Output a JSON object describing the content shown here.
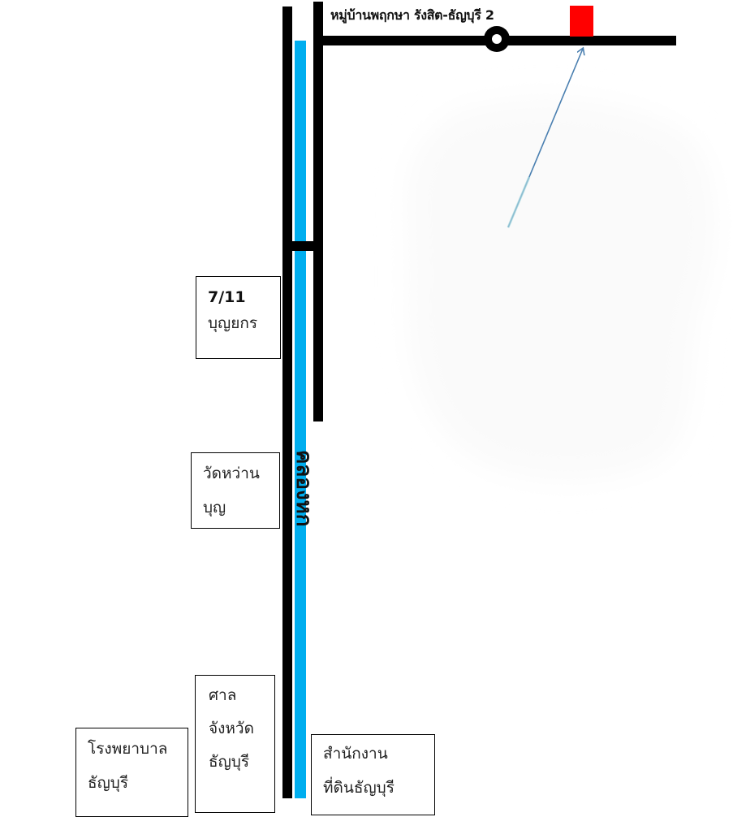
{
  "village_label": "หมู่บ้านพฤกษา รังสิต-ธัญบุรี 2",
  "canal_label": "คลองหก",
  "landmarks": {
    "seven_eleven": {
      "line1": "7/11",
      "line2": "บุญยกร"
    },
    "temple": {
      "line1": "วัดหว่าน",
      "line2": "บุญ"
    },
    "court": {
      "line1": "ศาล",
      "line2": "จังหวัด",
      "line3": "ธัญบุรี"
    },
    "hospital": {
      "line1": "โรงพยาบาล",
      "line2": "ธัญบุรี"
    },
    "land_office": {
      "line1": "สำนักงาน",
      "line2": "ที่ดินธัญบุรี"
    }
  },
  "colors": {
    "road": "#000000",
    "canal": "#00aeef",
    "destination": "#ff0000",
    "arrow": "#4a7fb0"
  },
  "icons": {
    "roundabout": "roundabout-icon",
    "destination": "destination-marker-icon",
    "arrow": "pointer-arrow-icon"
  }
}
